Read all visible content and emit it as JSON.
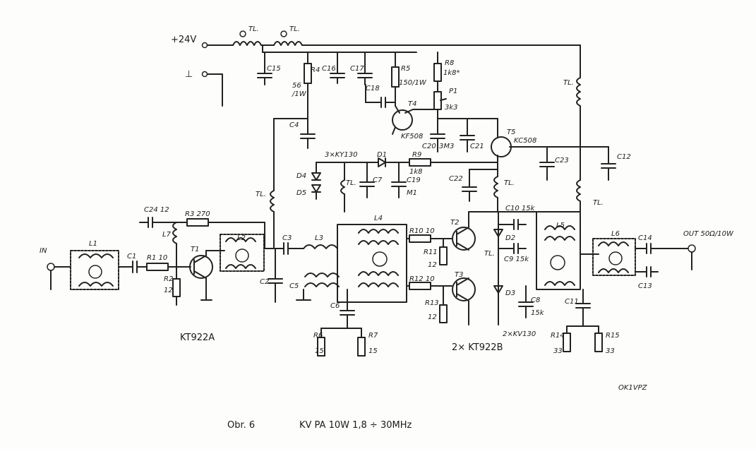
{
  "power": {
    "supply": "+24V",
    "ground": "⊥"
  },
  "labels": {
    "tl": "TL.",
    "in": "IN",
    "out": "OUT  50Ω/10W",
    "c15": "C15",
    "c16": "C16",
    "c17": "C17",
    "c18": "C18",
    "r4": "R4",
    "r4v1": "56",
    "r4v2": "/1W",
    "r5": "R5",
    "r5v": "150/1W",
    "r8": "R8",
    "r8v": "1k8*",
    "p1": "P1",
    "p1v": "3k3",
    "t4": "T4",
    "t4type": "KF508",
    "t5": "T5",
    "t5type": "KC508",
    "c20": "C20",
    "c20v": "3M3",
    "c21": "C21",
    "c23": "C23",
    "c12": "C12",
    "c4": "C4",
    "d1": "D1",
    "d4": "D4",
    "d5": "D5",
    "kv3": "3×KY130",
    "r9": "R9",
    "r9v": "1k8",
    "c19": "C19",
    "c19v": "M1",
    "c7": "C7",
    "c22": "C22",
    "c24": "C24 12",
    "r3": "R3 270",
    "l7": "L7",
    "l1": "L1",
    "c1": "C1",
    "r1": "R1 10",
    "r2": "R2",
    "r2v": "12",
    "t1": "T1",
    "t1type": "KT922A",
    "l2": "L2",
    "c2": "C2",
    "c3": "C3",
    "l3": "L3",
    "l4": "L4",
    "c5": "C5",
    "c6": "C6",
    "r6": "R6",
    "r6v": "15",
    "r7": "R7",
    "r7v": "15",
    "r10": "R10 10",
    "r11": "R11",
    "r11v": "12",
    "r12": "R12 10",
    "r13": "R13",
    "r13v": "12",
    "t2": "T2",
    "t3": "T3",
    "d2": "D2",
    "d3": "D3",
    "c9": "C9 15k",
    "c10": "C10 15k",
    "c8": "C8",
    "c8v": "15k",
    "kt922b": "2× KT922B",
    "kv130": "2×KV130",
    "l5": "L5",
    "l6": "L6",
    "c14": "C14",
    "c13": "C13",
    "c11": "C11",
    "r14": "R14",
    "r14v": "33",
    "r15": "R15",
    "r15v": "33"
  },
  "signature": "OK1VPZ",
  "caption": {
    "fig": "Obr. 6",
    "title": "KV  PA  10W    1,8 ÷ 30MHz"
  }
}
